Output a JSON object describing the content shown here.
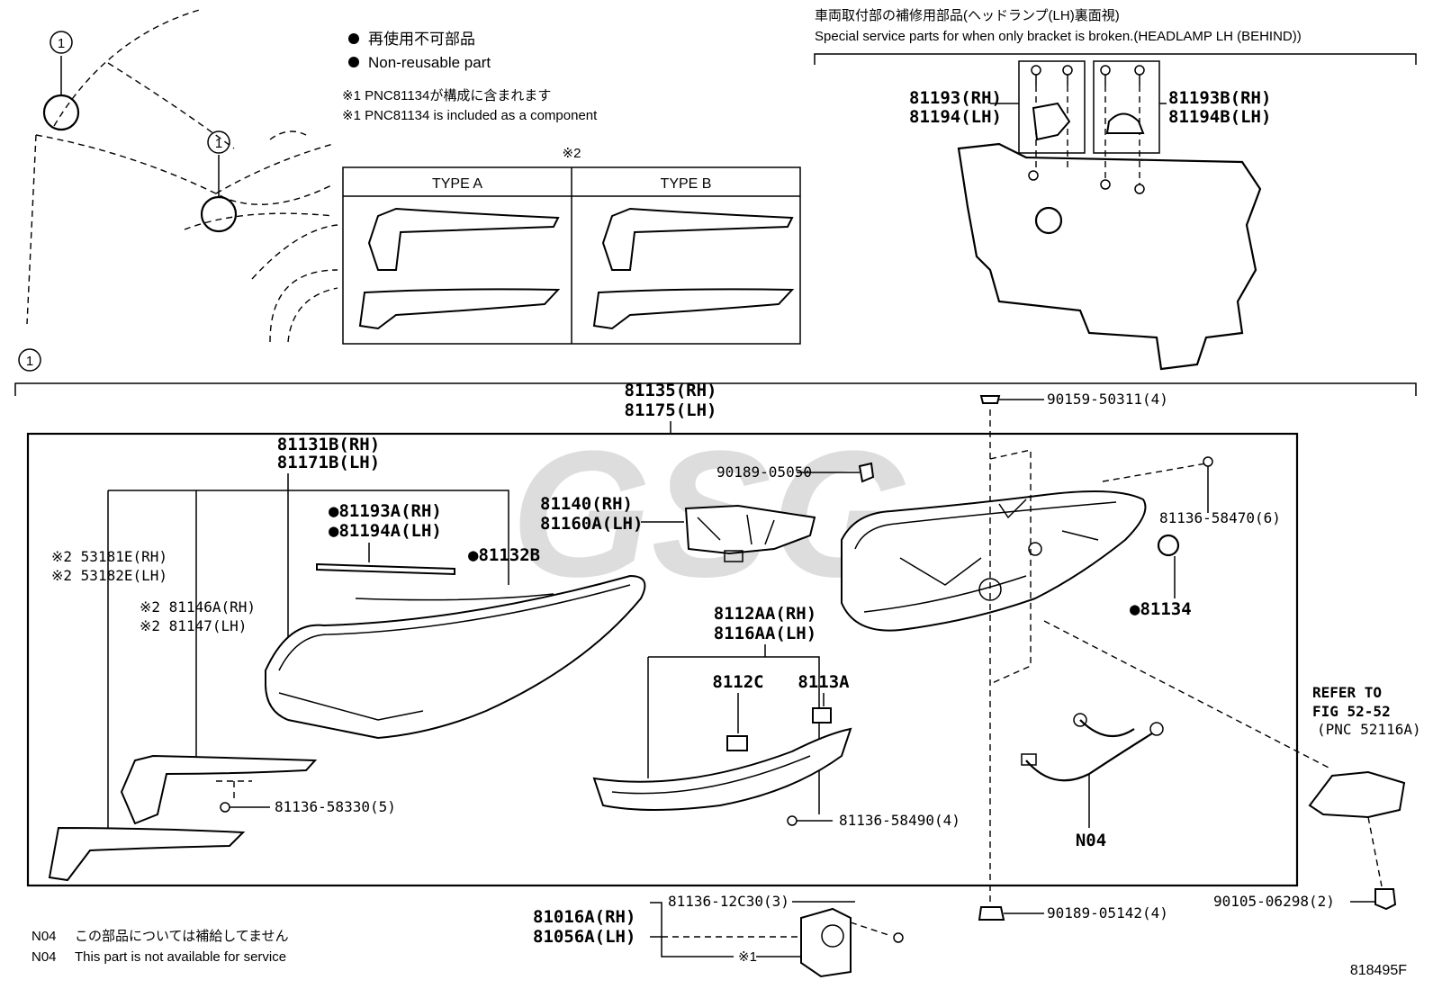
{
  "legend": {
    "non_reusable_jp": "再使用不可部品",
    "non_reusable_en": "Non-reusable part",
    "note1_jp": "※1 PNC81134が構成に含まれます",
    "note1_en": "※1 PNC81134 is included as a component"
  },
  "types_box": {
    "marker": "※2",
    "type_a": "TYPE A",
    "type_b": "TYPE B"
  },
  "special_parts": {
    "title_jp": "車両取付部の補修用部品(ヘッドランプ(LH)裏面視)",
    "title_en": "Special service parts for when only bracket is broken.(HEADLAMP LH (BEHIND))",
    "left_rh": "81193(RH)",
    "left_lh": "81194(LH)",
    "right_rh": "81193B(RH)",
    "right_lh": "81194B(LH)"
  },
  "callouts": {
    "circle_1": "1"
  },
  "assembly": {
    "rh": "81135(RH)",
    "lh": "81175(LH)"
  },
  "parts": {
    "lens_rh": "81131B(RH)",
    "lens_lh": "81171B(LH)",
    "seal_a_rh": "●81193A(RH)",
    "seal_a_lh": "●81194A(LH)",
    "gasket": "●81132B",
    "trim_rh": "※2 53181E(RH)",
    "trim_lh": "※2 53182E(LH)",
    "bracket_rh": "※2 81146A(RH)",
    "bracket_lh": "※2 81147(LH)",
    "screw_58330": "81136-58330(5)",
    "reflector_rh": "81140(RH)",
    "reflector_lh": "81160A(LH)",
    "clip_05050": "90189-05050",
    "drl_rh": "8112AA(RH)",
    "drl_lh": "8116AA(LH)",
    "socket_c": "8112C",
    "socket_a": "8113A",
    "screw_58490": "81136-58490(4)",
    "screw_50311": "90159-50311(4)",
    "screw_58470": "81136-58470(6)",
    "oring": "●81134",
    "harness": "N04",
    "refer_1": "REFER TO",
    "refer_2": "FIG 52-52",
    "refer_3": "(PNC 52116A)",
    "bolt_06298": "90105-06298(2)",
    "nut_05142": "90189-05142(4)",
    "cover_rh": "81016A(RH)",
    "cover_lh": "81056A(LH)",
    "screw_12c30": "81136-12C30(3)",
    "cover_note": "※1"
  },
  "footer": {
    "n04_jp_code": "N04",
    "n04_jp": "この部品については補給してません",
    "n04_en_code": "N04",
    "n04_en": "This part is not available for service",
    "figure_no": "818495F"
  },
  "watermark": "GSG"
}
